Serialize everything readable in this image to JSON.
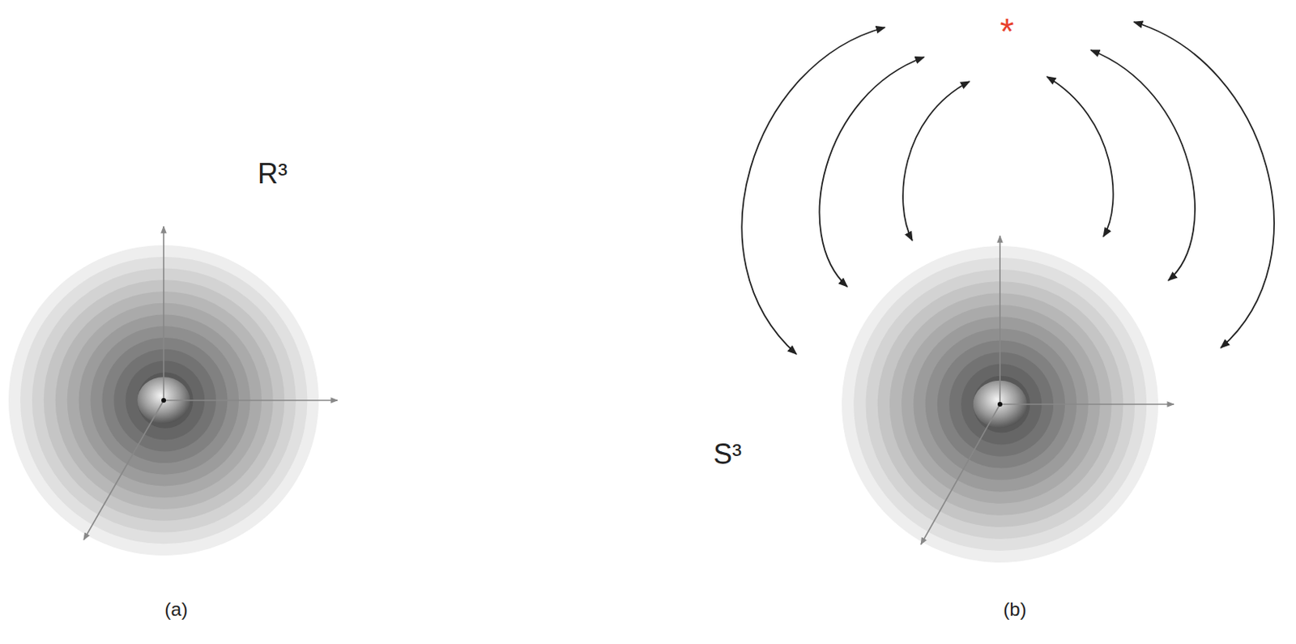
{
  "diagram": {
    "labels": [
      "R³",
      "(a)",
      "S³",
      "*",
      "(b)"
    ]
  }
}
